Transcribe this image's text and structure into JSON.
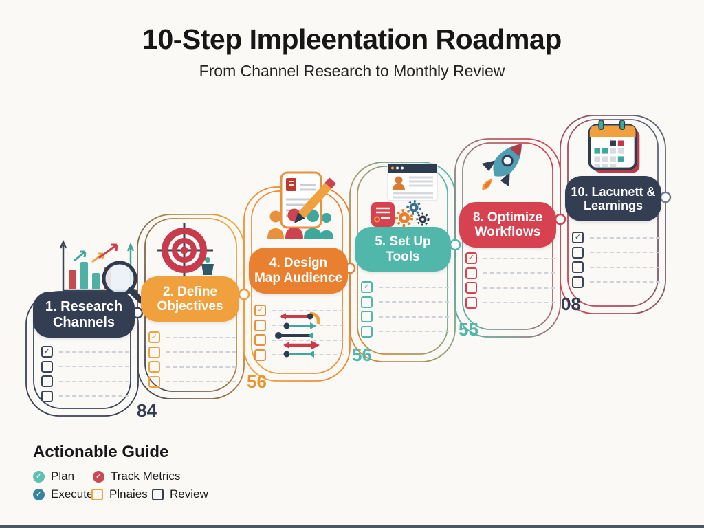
{
  "header": {
    "title": "10-Step Impleentation Roadmap",
    "subtitle": "From Channel Research to Monthly Review"
  },
  "steps": [
    {
      "id": "1",
      "title_lines": [
        "1. Research",
        "Channels"
      ],
      "color": "#333E52",
      "icon": "bar-chart-magnifier-icon",
      "checklist": {
        "rows": 4,
        "checked": 1
      }
    },
    {
      "id": "2",
      "title_lines": [
        "2. Define",
        "Objectives"
      ],
      "color": "#F0A13E",
      "icon": "target-icon",
      "checklist": {
        "rows": 4,
        "checked": 1
      }
    },
    {
      "id": "4",
      "title_lines": [
        "4. Design",
        "Map Audience"
      ],
      "color": "#E8802F",
      "icon": "document-people-pencil-icon",
      "checklist": {
        "rows": 4,
        "checked": 1
      }
    },
    {
      "id": "5",
      "title_lines": [
        "5. Set Up",
        "Tools"
      ],
      "color": "#52B7AB",
      "icon": "browser-gears-icon",
      "checklist": {
        "rows": 4,
        "checked": 1
      }
    },
    {
      "id": "8",
      "title_lines": [
        "8. Optimize",
        "Workflows"
      ],
      "color": "#D6424F",
      "icon": "rocket-icon",
      "checklist": {
        "rows": 4,
        "checked": 1
      }
    },
    {
      "id": "10",
      "title_lines": [
        "10. Lacunett &",
        "Learnings"
      ],
      "color": "#333E52",
      "icon": "calendar-icon",
      "checklist": {
        "rows": 4,
        "checked": 1
      }
    }
  ],
  "junction_badges": [
    {
      "text": "84",
      "color": "#333E52"
    },
    {
      "text": "56",
      "color": "#E8952F"
    },
    {
      "text": "56",
      "color": "#52B7AB"
    },
    {
      "text": "55",
      "color": "#52B7AB"
    },
    {
      "text": "08",
      "color": "#333E52"
    }
  ],
  "legend": {
    "heading": "Actionable Guide",
    "items": [
      {
        "label": "Plan",
        "marker": "check-circle",
        "color": "#5FBFB0"
      },
      {
        "label": "Track Metrics",
        "marker": "check-circle",
        "color": "#C84A56"
      },
      {
        "label": "Execute",
        "marker": "check-circle",
        "color": "#35869E"
      },
      {
        "label": "Plnaies",
        "marker": "square",
        "color": "#F0A13E"
      },
      {
        "label": "Review",
        "marker": "square",
        "color": "#333E52"
      }
    ]
  }
}
